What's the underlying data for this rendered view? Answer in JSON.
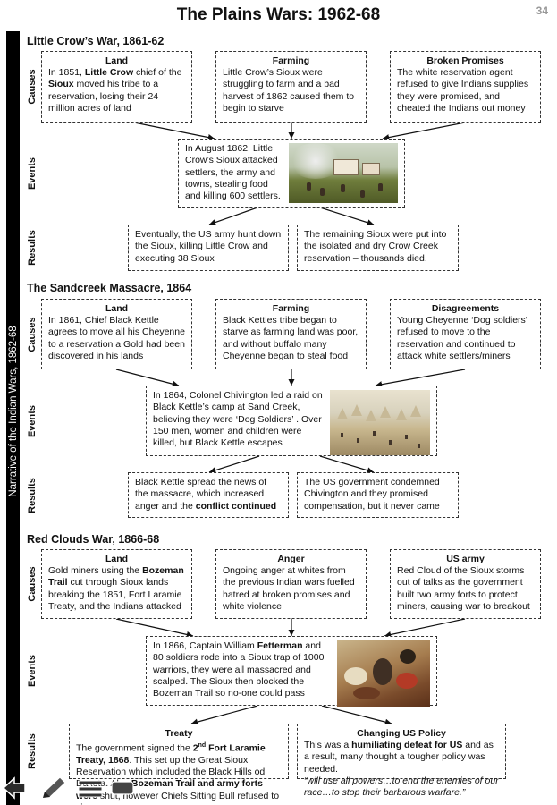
{
  "page": {
    "title": "The Plains Wars: 1962-68",
    "number": "34"
  },
  "sidebar": {
    "label": "Narrative of the Indian Wars, 1862-68"
  },
  "row_labels": {
    "causes": "Causes",
    "events": "Events",
    "results": "Results"
  },
  "sections": [
    {
      "title": "Little Crow’s War, 1861-62",
      "causes": [
        {
          "title": "Land",
          "text_a": "In 1851, ",
          "bold_a": "Little Crow",
          "text_b": " chief of the ",
          "bold_b": "Sioux",
          "text_c": "  moved his tribe to a reservation, losing their 24 million acres of land"
        },
        {
          "title": "Farming",
          "text": "Little Crow’s Sioux were struggling to farm and a bad harvest of 1862 caused them to begin to starve"
        },
        {
          "title": "Broken Promises",
          "text": " The white reservation agent refused to give Indians supplies they were promised, and cheated the Indians out money"
        }
      ],
      "event": "In August 1862, Little Crow’s Sioux attacked settlers, the army and towns, stealing food and killing 600 settlers.",
      "results": [
        "Eventually, the US army hunt down the Sioux, killing Little Crow and executing 38 Sioux",
        "The remaining Sioux were put into the isolated and dry Crow Creek reservation – thousands died."
      ]
    },
    {
      "title": "The Sandcreek Massacre, 1864",
      "causes": [
        {
          "title": "Land",
          "text": "In 1861, Chief Black Kettle agrees to move all his Cheyenne to a reservation a Gold had been discovered in his lands"
        },
        {
          "title": "Farming",
          "text": "Black Kettles tribe began to starve as farming land was poor, and without buffalo many Cheyenne began to steal food"
        },
        {
          "title": "Disagreements",
          "text": "Young Cheyenne ‘Dog soldiers’ refused to move to the reservation and continued to attack white settlers/miners"
        }
      ],
      "event": "In 1864, Colonel Chivington led a raid on Black Kettle’s camp at Sand Creek, believing they were ‘Dog Soldiers’ .  Over 150 men, women and children were killed, but Black Kettle escapes",
      "results": [
        {
          "text": "Black Kettle spread the news of the massacre, which increased anger and the ",
          "bold": "conflict continued"
        },
        {
          "text": "The US government condemned Chivington and they promised compensation, but it never came"
        }
      ]
    },
    {
      "title": "Red Clouds War, 1866-68",
      "causes": [
        {
          "title": "Land",
          "text_a": "Gold miners using the ",
          "bold_a": "Bozeman Trail",
          "text_b": " cut through Sioux lands breaking the 1851, Fort Laramie Treaty, and the Indians attacked"
        },
        {
          "title": "Anger",
          "text": "Ongoing anger at whites from the previous Indian wars fuelled hatred at broken promises and white violence"
        },
        {
          "title": "US army",
          "text": "Red Cloud of the Sioux storms out of talks as the government built two army forts to protect miners, causing war to breakout"
        }
      ],
      "event": {
        "text_a": "In 1866, Captain William ",
        "bold_a": "Fetterman",
        "text_b": " and 80 soldiers rode into a Sioux trap of 1000 warriors, they were all massacred and scalped. The Sioux then blocked the Bozeman Trail so no-one could pass"
      },
      "results": [
        {
          "title": "Treaty",
          "text_a": "The government signed the ",
          "bold_a": "2",
          "sup": "nd",
          "bold_b": " Fort Laramie Treaty, 1868",
          "text_b": ". This set up the Great Sioux Reservation which included the Black Hills od Dakota. Also ",
          "bold_c": "Bozeman Trail and army forts were",
          "text_c": " shut, however Chiefs Sitting Bull refused to sign"
        },
        {
          "title": "Changing US Policy",
          "text_a": "This was a ",
          "bold_a": "humiliating defeat for US",
          "text_b": " and as a result, many thought a tougher policy was needed.",
          "quote": "“will use all powers…to end the enemies of our race…to stop their barbarous warfare.”"
        }
      ]
    }
  ],
  "toolbar": [
    {
      "icon": "back-arrow-icon"
    },
    {
      "icon": "pencil-icon"
    },
    {
      "icon": "menu-icon"
    },
    {
      "icon": "more-icon"
    }
  ],
  "colors": {
    "sidebar": "#000000",
    "page_number": "#999999",
    "border": "#333333"
  }
}
